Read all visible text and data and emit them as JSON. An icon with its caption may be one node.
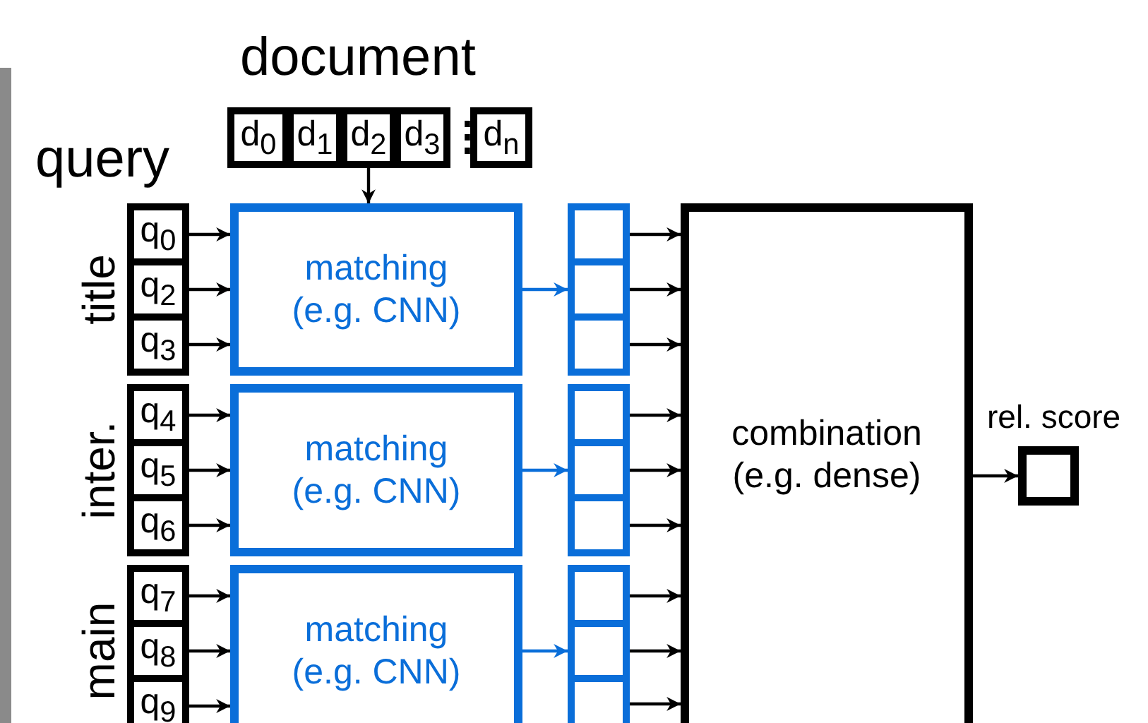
{
  "diagram": {
    "nodes": [
      {
        "text": [
          "d$_{0}$"
        ]
      },
      {
        "text": [
          "d$_{1}$"
        ]
      },
      {
        "text": [
          "d$_{2}$"
        ]
      },
      {
        "text": [
          "d$_{3}$"
        ]
      },
      {
        "text": [
          "d$_{n}$"
        ]
      },
      {
        "text": [
          "q$_{0}$"
        ]
      },
      {
        "text": [
          "q$_{2}$"
        ]
      },
      {
        "text": [
          "q$_{3}$"
        ]
      },
      {
        "text": [
          "matching (e.g. CNN)"
        ]
      },
      {
        "text": [],
        "shape": "box"
      },
      {
        "text": [],
        "shape": "box"
      },
      {
        "text": [],
        "shape": "box"
      },
      {
        "text": [
          "q$_{4}$"
        ]
      },
      {
        "text": [
          "q$_{5}$"
        ]
      },
      {
        "text": [
          "q$_{6}$"
        ]
      },
      {
        "text": [
          "matching (e.g. CNN)"
        ]
      },
      {
        "text": [],
        "shape": "box"
      },
      {
        "text": [],
        "shape": "box"
      },
      {
        "text": [],
        "shape": "box"
      },
      {
        "text": [
          "q$_{7}$"
        ]
      },
      {
        "text": [
          "q$_{8}$"
        ]
      },
      {
        "text": [
          "q$_{9}$"
        ]
      },
      {
        "text": [
          "matching (e.g. CNN)"
        ]
      },
      {
        "text": [],
        "shape": "box"
      },
      {
        "text": [],
        "shape": "box"
      },
      {
        "text": [],
        "shape": "box"
      },
      {
        "text": [
          "combination (e.g. dense)"
        ]
      },
      {
        "text": [],
        "shape": "box",
        "beside": [
          "rel. score"
        ]
      }
    ],
    "edges": [
      {
        "from": 2,
        "to": 8,
        "arrow": "to"
      },
      {
        "from": 5,
        "to": 8,
        "arrow": "to"
      },
      {
        "from": 6,
        "to": 8,
        "arrow": "to"
      },
      {
        "from": 7,
        "to": 8,
        "arrow": "to"
      },
      {
        "from": 8,
        "to": 10,
        "arrow": "to",
        "color": "#0a6ed9"
      },
      {
        "from": 9,
        "to": 26,
        "arrow": "to"
      },
      {
        "from": 10,
        "to": 26,
        "arrow": "to"
      },
      {
        "from": 11,
        "to": 26,
        "arrow": "to"
      },
      {
        "from": 12,
        "to": 15,
        "arrow": "to"
      },
      {
        "from": 13,
        "to": 15,
        "arrow": "to"
      },
      {
        "from": 14,
        "to": 15,
        "arrow": "to"
      },
      {
        "from": 15,
        "to": 17,
        "arrow": "to",
        "color": "#0a6ed9"
      },
      {
        "from": 16,
        "to": 26,
        "arrow": "to"
      },
      {
        "from": 17,
        "to": 26,
        "arrow": "to"
      },
      {
        "from": 18,
        "to": 26,
        "arrow": "to"
      },
      {
        "from": 19,
        "to": 22,
        "arrow": "to"
      },
      {
        "from": 20,
        "to": 22,
        "arrow": "to"
      },
      {
        "from": 21,
        "to": 22,
        "arrow": "to"
      },
      {
        "from": 22,
        "to": 24,
        "arrow": "to",
        "color": "#0a6ed9"
      },
      {
        "from": 23,
        "to": 26,
        "arrow": "to"
      },
      {
        "from": 24,
        "to": 26,
        "arrow": "to"
      },
      {
        "from": 25,
        "to": 26,
        "arrow": "to"
      },
      {
        "from": 26,
        "to": 27,
        "arrow": "to"
      }
    ],
    "labels": [
      "document",
      "⋮",
      "query",
      "title",
      "inter.",
      "main"
    ]
  }
}
